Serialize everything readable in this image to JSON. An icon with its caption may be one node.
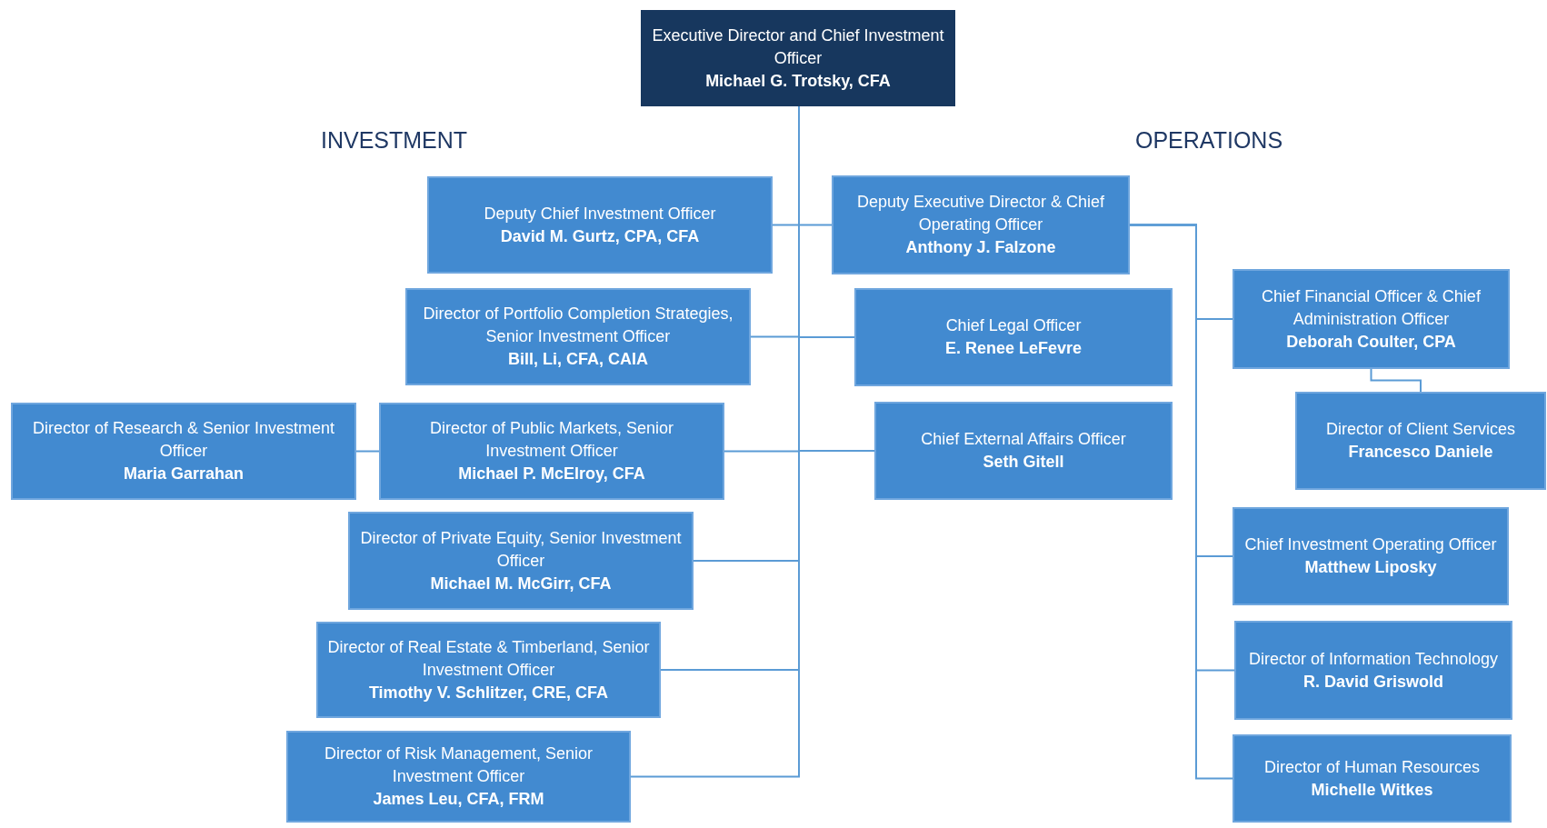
{
  "diagram": {
    "nodes": [
      {
        "text": [
          "Executive Director and Chief Investment Officer",
          "Michael G. Trotsky,  CFA"
        ]
      },
      {
        "text": [
          "Deputy Chief Investment Officer",
          "David M. Gurtz, CPA, CFA"
        ]
      },
      {
        "text": [
          "Director of Portfolio Completion Strategies, Senior Investment Officer",
          "Bill, Li, CFA, CAIA"
        ]
      },
      {
        "text": [
          "Director of Research & Senior Investment Officer",
          "Maria Garrahan"
        ]
      },
      {
        "text": [
          "Director of Public Markets, Senior Investment Officer",
          "Michael P. McElroy, CFA"
        ]
      },
      {
        "text": [
          "Director of Private Equity, Senior Investment Officer",
          "Michael M. McGirr, CFA"
        ]
      },
      {
        "text": [
          "Director of Real Estate & Timberland, Senior Investment Officer",
          "Timothy V. Schlitzer, CRE, CFA"
        ]
      },
      {
        "text": [
          "Director of Risk Management, Senior Investment Officer",
          "James Leu, CFA, FRM"
        ]
      },
      {
        "text": [
          "Deputy Executive Director & Chief Operating Officer",
          "Anthony J. Falzone"
        ]
      },
      {
        "text": [
          "Chief Legal Officer",
          "E. Renee LeFevre"
        ]
      },
      {
        "text": [
          "Chief External Affairs Officer",
          "Seth Gitell"
        ]
      },
      {
        "text": [
          "Chief Financial Officer & Chief  Administration Officer",
          "Deborah Coulter, CPA"
        ]
      },
      {
        "text": [
          "Director of Client Services",
          "Francesco Daniele"
        ]
      },
      {
        "text": [
          "Chief Investment Operating Officer",
          "Matthew Liposky"
        ]
      },
      {
        "text": [
          "Director of Information Technology",
          "R. David Griswold"
        ]
      },
      {
        "text": [
          "Director of Human Resources",
          "Michelle Witkes"
        ]
      }
    ],
    "edges": [
      {
        "from": 0,
        "to": 1,
        "arrow": "none"
      },
      {
        "from": 0,
        "to": 2,
        "arrow": "none"
      },
      {
        "from": 0,
        "to": 4,
        "arrow": "none"
      },
      {
        "from": 0,
        "to": 5,
        "arrow": "none"
      },
      {
        "from": 0,
        "to": 6,
        "arrow": "none"
      },
      {
        "from": 0,
        "to": 7,
        "arrow": "none"
      },
      {
        "from": 0,
        "to": 8,
        "arrow": "none"
      },
      {
        "from": 0,
        "to": 9,
        "arrow": "none"
      },
      {
        "from": 0,
        "to": 10,
        "arrow": "none"
      },
      {
        "from": 4,
        "to": 3,
        "arrow": "none"
      },
      {
        "from": 8,
        "to": 11,
        "arrow": "none"
      },
      {
        "from": 8,
        "to": 13,
        "arrow": "none"
      },
      {
        "from": 8,
        "to": 14,
        "arrow": "none"
      },
      {
        "from": 8,
        "to": 15,
        "arrow": "none"
      },
      {
        "from": 11,
        "to": 12,
        "arrow": "none"
      }
    ],
    "labels": [
      "INVESTMENT",
      "OPERATIONS"
    ]
  }
}
